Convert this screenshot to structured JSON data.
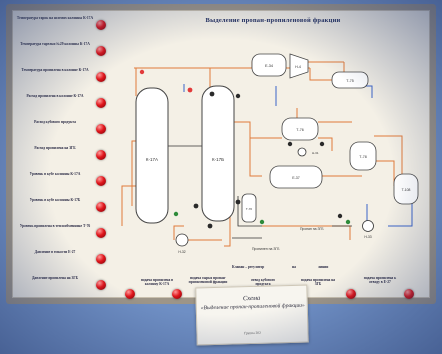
{
  "board": {
    "title": "Выделение пропан-пропиленовой фракции",
    "left_labels": [
      "Температура тарок на шлемях колонны К-17А",
      "Температура тарелки №29 колонны К-17А",
      "Температура пропилена в колонне К-17А",
      "Расход пропилена в колонне К-17А",
      "Расход кубового продукта",
      "Расход пропилена на ЗГБ",
      "Уровень в кубе колонны К-17А",
      "Уровень в кубе колонны К-17Б",
      "Уровень пропилена в теплообменнике Т-76",
      "Давление в емкости Е-27",
      "Давление пропилена на ЗГБ"
    ],
    "bottom_labels": [
      "подача пропилена в колонну К-17А",
      "подача сырья пропан-пропиленовой фракции",
      "отвод кубового продукта",
      "подача пропилена на ЗГБ",
      "подача пропилена к отводу в Е-27"
    ],
    "valve_caption": "Клапан – регулятор",
    "valve_caption_2": "на",
    "valve_caption_3": "линии"
  },
  "equipment": {
    "k17a": "К-17А",
    "k17b": "К-17Б",
    "e34": "Е-34",
    "n4": "Н-4",
    "t75": "Т-75",
    "t76": "Т-76",
    "t78": "Т-78",
    "e37": "Е-37",
    "t108": "Т-108",
    "n32": "Н-32",
    "n31": "Н-31",
    "n33": "Н-33",
    "t70": "Т-70",
    "propylene_out": "Пропилен на ЗГБ",
    "propane_out": "Пропан на ЗГБ"
  },
  "card": {
    "line1": "Схема",
    "line2": "«Выделение пропан-пропиленовой фракции»",
    "line3": "Группа 202"
  }
}
